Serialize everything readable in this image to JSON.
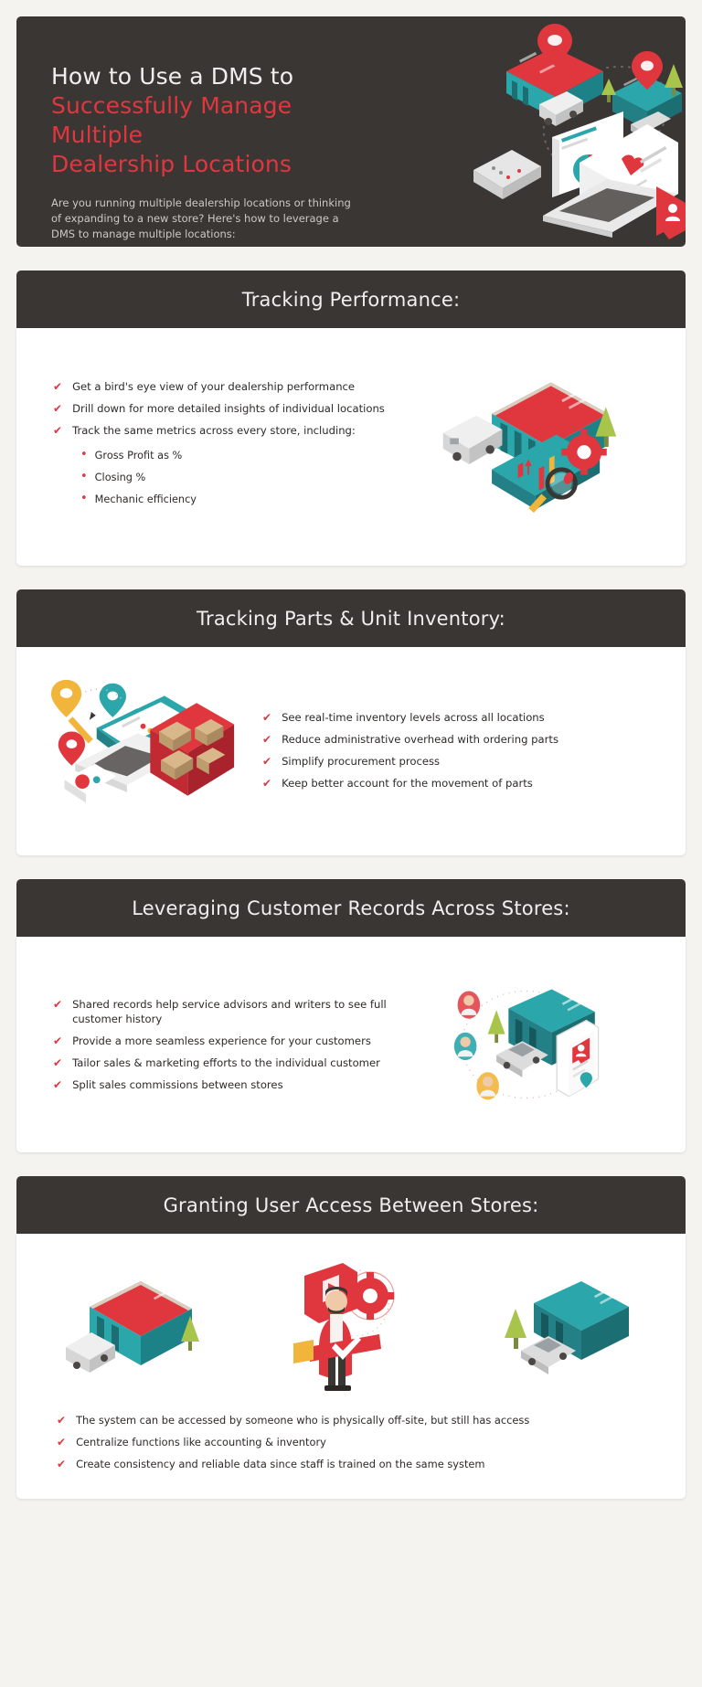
{
  "hero": {
    "title_line1": "How to Use a DMS to",
    "title_line2": "Successfully Manage Multiple",
    "title_line3": "Dealership Locations",
    "subtitle": "Are you running multiple dealership locations or thinking of expanding to a new store? Here's how to leverage a DMS to manage multiple locations:",
    "background_color": "#3a3634",
    "accent_color": "#e0373f"
  },
  "sections": [
    {
      "heading": "Tracking Performance:",
      "bullets": [
        "Get a bird's eye view of your dealership performance",
        "Drill down for more detailed insights of individual locations",
        "Track the same metrics across every store, including:"
      ],
      "sub_bullets": [
        "Gross Profit as %",
        "Closing %",
        "Mechanic efficiency"
      ],
      "illustration": "dealership-analytics-illustration"
    },
    {
      "heading": "Tracking Parts & Unit Inventory:",
      "bullets": [
        "See real-time inventory levels across all locations",
        "Reduce administrative overhead with ordering parts",
        "Simplify procurement process",
        "Keep better account for the movement of parts"
      ],
      "sub_bullets": [],
      "illustration": "inventory-warehouse-illustration"
    },
    {
      "heading": "Leveraging Customer Records Across Stores:",
      "bullets": [
        "Shared records help service advisors and writers to see full customer history",
        "Provide a more seamless experience for your customers",
        "Tailor sales & marketing efforts to the individual customer",
        "Split sales commissions between stores"
      ],
      "sub_bullets": [],
      "illustration": "customer-records-illustration"
    },
    {
      "heading": "Granting User Access Between Stores:",
      "bullets": [
        "The system can be accessed by someone who is physically off-site, but still has access",
        "Centralize functions like accounting & inventory",
        "Create consistency and reliable data since staff is trained on the same system"
      ],
      "sub_bullets": [],
      "illustration": "user-access-illustration"
    }
  ],
  "theme": {
    "page_background": "#f4f3f0",
    "card_background": "#ffffff",
    "dark": "#3a3634",
    "red": "#e0373f",
    "teal": "#2ba6ab",
    "text": "#2d2a28"
  }
}
